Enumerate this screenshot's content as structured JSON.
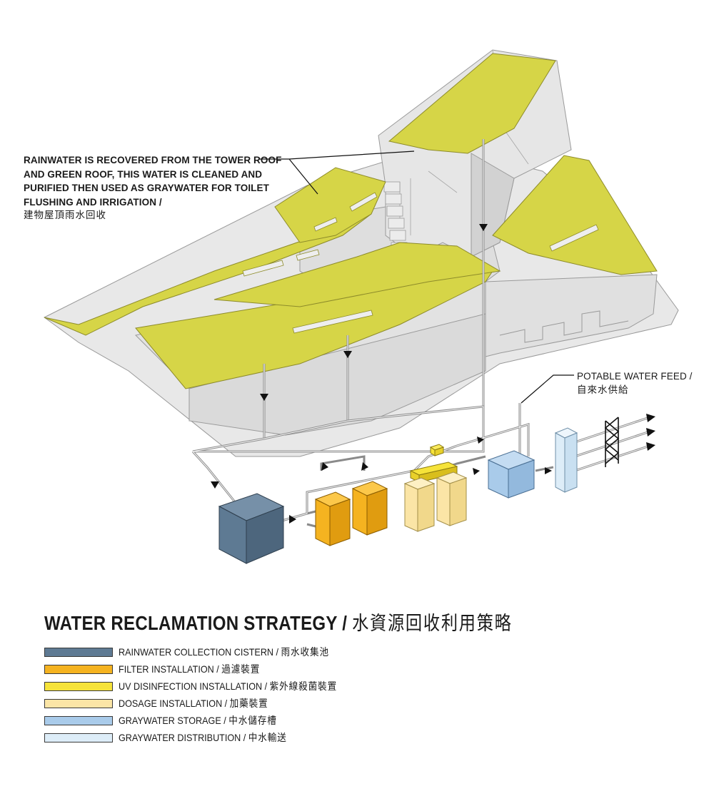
{
  "callouts": {
    "roof": {
      "lines": [
        "RAINWATER IS RECOVERED FROM THE TOWER ROOF",
        "AND GREEN ROOF, THIS WATER IS CLEANED AND",
        "PURIFIED THEN USED AS GRAYWATER FOR TOILET",
        "FLUSHING AND IRRIGATION /"
      ],
      "cjk": "建物屋頂雨水回收"
    },
    "potable": {
      "label": "POTABLE WATER FEED /",
      "cjk": "自來水供給"
    }
  },
  "title": {
    "en": "WATER RECLAMATION STRATEGY",
    "sep": " / ",
    "cjk": "水資源回收利用策略"
  },
  "legend": [
    {
      "label": "RAINWATER COLLECTION CISTERN",
      "cjk": "雨水收集池",
      "color": "#5e7a93"
    },
    {
      "label": "FILTER INSTALLATION",
      "cjk": "過濾裝置",
      "color": "#f5b320"
    },
    {
      "label": "UV DISINFECTION INSTALLATION",
      "cjk": "紫外線殺菌裝置",
      "color": "#f6e33a"
    },
    {
      "label": "DOSAGE INSTALLATION",
      "cjk": "加藥裝置",
      "color": "#fbe5a6"
    },
    {
      "label": "GRAYWATER STORAGE",
      "cjk": "中水儲存槽",
      "color": "#a9cbea"
    },
    {
      "label": "GRAYWATER DISTRIBUTION",
      "cjk": "中水輸送",
      "color": "#ddedf8"
    }
  ],
  "colors": {
    "roof_green": "#d6d547",
    "building_gray": "#e3e3e3",
    "building_shade": "#cfcfcf",
    "pipe": "#8a8a8a"
  }
}
